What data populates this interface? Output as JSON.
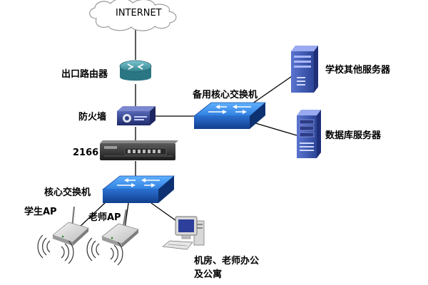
{
  "diagram": {
    "nodes": {
      "internet": {
        "label": "INTERNET",
        "icon": "cloud-icon"
      },
      "edge_router": {
        "label": "出口路由器",
        "icon": "router-icon"
      },
      "firewall": {
        "label": "防火墙",
        "icon": "firewall-icon"
      },
      "device_2166": {
        "label": "2166",
        "icon": "rack-appliance-icon"
      },
      "core_switch": {
        "label": "核心交换机",
        "icon": "switch-icon"
      },
      "backup_core_switch": {
        "label": "备用核心交换机",
        "icon": "switch-icon"
      },
      "school_servers": {
        "label": "学校其他服务器",
        "icon": "server-tower-icon"
      },
      "database_server": {
        "label": "数据库服务器",
        "icon": "server-tower-icon"
      },
      "student_ap": {
        "label": "学生AP",
        "icon": "wireless-ap-icon"
      },
      "teacher_ap": {
        "label": "老师AP",
        "icon": "wireless-ap-icon"
      },
      "offices": {
        "label": "机房、老师办公及公寓",
        "icon": "workstation-icon"
      }
    },
    "colors": {
      "switch_top": "#2f7fe0",
      "switch_front": "#1a4fa6",
      "server_body": "#3d56b3",
      "firewall_body": "#2c3c86",
      "router_body": "#2e8a98",
      "link": "#000000"
    }
  }
}
